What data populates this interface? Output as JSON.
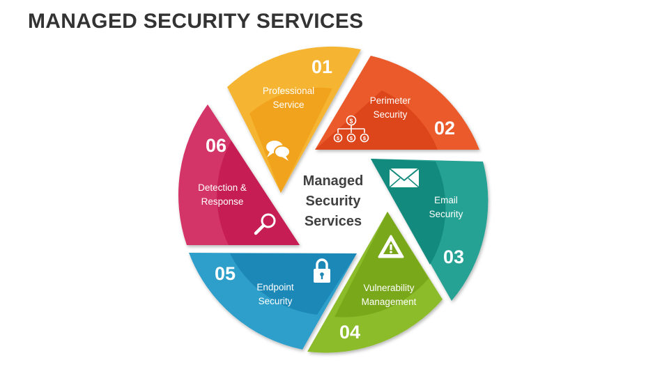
{
  "title": "MANAGED SECURITY SERVICES",
  "center": {
    "lines": [
      "Managed",
      "Security",
      "Services"
    ]
  },
  "segments": [
    {
      "number": "01",
      "label_lines": [
        "Professional",
        "Service"
      ],
      "icon": "chat-bubbles-icon",
      "color": "#f5b533",
      "shade": "#f0a21c"
    },
    {
      "number": "02",
      "label_lines": [
        "Perimeter",
        "Security"
      ],
      "icon": "network-money-icon",
      "color": "#ea5a2b",
      "shade": "#dc4519"
    },
    {
      "number": "03",
      "label_lines": [
        "Email",
        "Security"
      ],
      "icon": "envelope-icon",
      "color": "#26a294",
      "shade": "#11897c"
    },
    {
      "number": "04",
      "label_lines": [
        "Vulnerability",
        "Management"
      ],
      "icon": "warning-triangle-icon",
      "color": "#8cbc2c",
      "shade": "#79a61a"
    },
    {
      "number": "05",
      "label_lines": [
        "Endpoint",
        "Security"
      ],
      "icon": "padlock-icon",
      "color": "#2e9fca",
      "shade": "#1b87b5"
    },
    {
      "number": "06",
      "label_lines": [
        "Detection &",
        "Response"
      ],
      "icon": "magnifier-icon",
      "color": "#d43468",
      "shade": "#c51d53"
    }
  ]
}
